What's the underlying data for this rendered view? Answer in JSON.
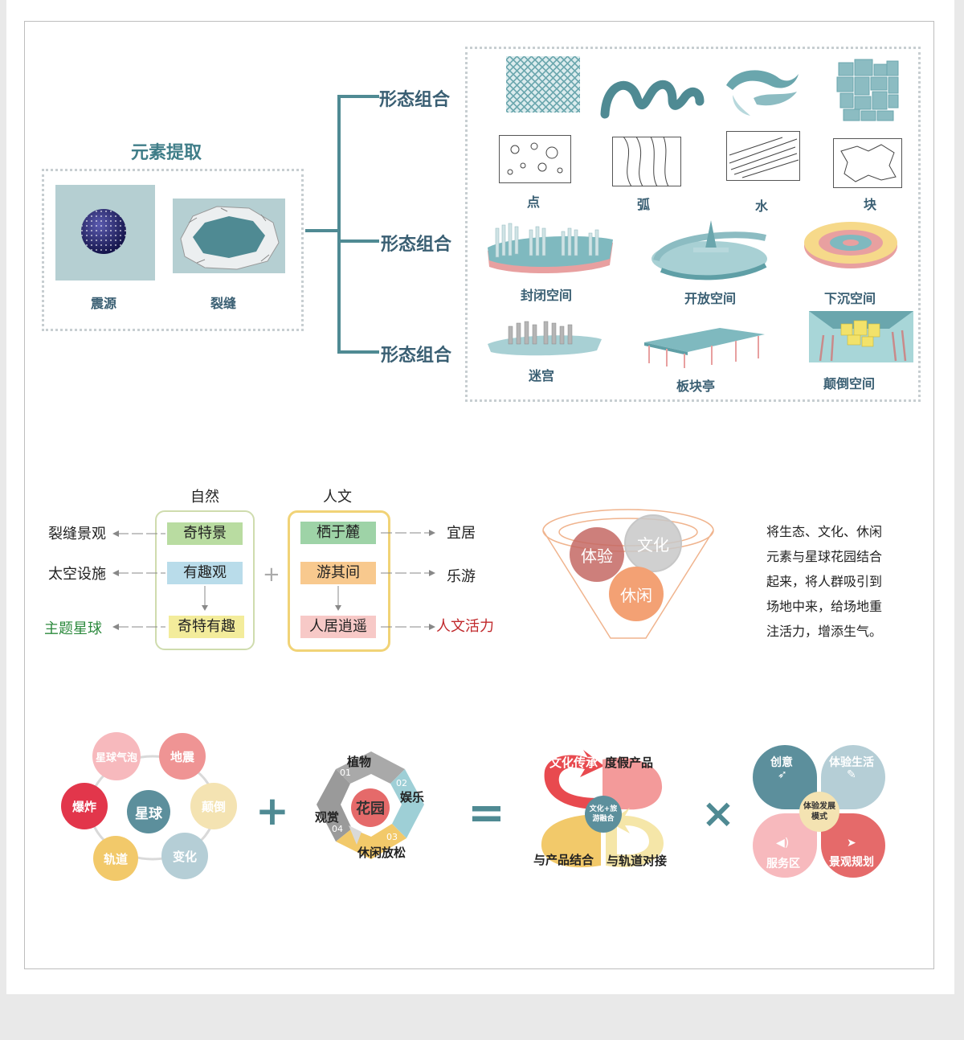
{
  "section1": {
    "element_title": "元素提取",
    "sources": [
      "震源",
      "裂缝"
    ],
    "branch_label": "形态组合",
    "row1_labels": [
      "点",
      "弧",
      "水",
      "块"
    ],
    "row2_labels": [
      "封闭空间",
      "开放空间",
      "下沉空间"
    ],
    "row3_labels": [
      "迷宫",
      "板块亭",
      "颠倒空间"
    ]
  },
  "section2": {
    "nature_title": "自然",
    "culture_title": "人文",
    "nature_items": [
      "奇特景",
      "有趣观",
      "奇特有趣"
    ],
    "culture_items": [
      "栖于麓",
      "游其间",
      "人居逍遥"
    ],
    "left_outputs": [
      "裂缝景观",
      "太空设施",
      "主题星球"
    ],
    "right_outputs": [
      "宜居",
      "乐游",
      "人文活力"
    ],
    "plus": "+",
    "funnel_circles": [
      "体验",
      "文化",
      "休闲"
    ],
    "description": [
      "将生态、文化、休闲",
      "元素与星球花园结合",
      "起来，将人群吸引到",
      "场地中来，给场地重",
      "注活力，增添生气。"
    ],
    "colors": {
      "nature_item1": "#b9dca1",
      "nature_item2": "#b9dcea",
      "nature_item3": "#f3ec9b",
      "culture_item1": "#9ed3a7",
      "culture_item2": "#f8c98e",
      "culture_item3": "#f7c9c7",
      "green_text": "#2d8a3e",
      "red_text": "#c0282b"
    }
  },
  "section3": {
    "planet_center": "星球",
    "planet_items": [
      "星球气泡",
      "地震",
      "颠倒",
      "变化",
      "轨道",
      "爆炸"
    ],
    "plus": "+",
    "equals": "=",
    "times": "×",
    "garden_center": "花园",
    "garden_items": [
      {
        "num": "01",
        "label": "植物"
      },
      {
        "num": "02",
        "label": "娱乐"
      },
      {
        "num": "03",
        "label": "休闲放松"
      },
      {
        "num": "04",
        "label": "观赏"
      }
    ],
    "result_center": "文化+旅游融合",
    "result_items": [
      "文化传承",
      "度假产品",
      "与产品结合",
      "与轨道对接"
    ],
    "mode_center": "体验发展模式",
    "mode_items": [
      "创意",
      "体验生活",
      "服务区",
      "景观规划"
    ]
  }
}
